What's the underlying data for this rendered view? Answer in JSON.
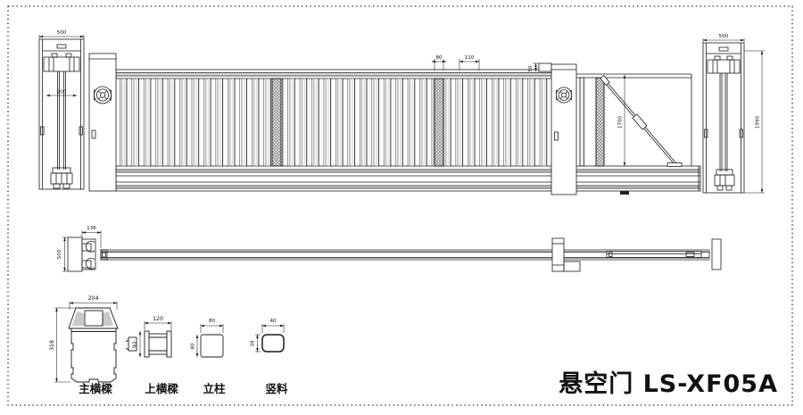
{
  "title": "悬空门 LS-XF05A",
  "colors": {
    "line": "#1c1c1c",
    "background": "#ffffff"
  },
  "elevation": {
    "left_post": {
      "width": "500",
      "track_gauge": "200"
    },
    "right_post": {
      "width": "500",
      "height": "1990"
    },
    "picket": {
      "width": "80",
      "spacing": "110"
    },
    "rail_block_height": "50",
    "tail_height": "1700"
  },
  "plan": {
    "end_width": "136",
    "post_depth": "500"
  },
  "sections": [
    {
      "label": "主横樑",
      "width": "204",
      "height": "318"
    },
    {
      "label": "上横樑",
      "width": "120",
      "height": "92"
    },
    {
      "label": "立柱",
      "width": "80",
      "height": "80"
    },
    {
      "label": "竖料",
      "width": "40",
      "height": "38"
    }
  ]
}
